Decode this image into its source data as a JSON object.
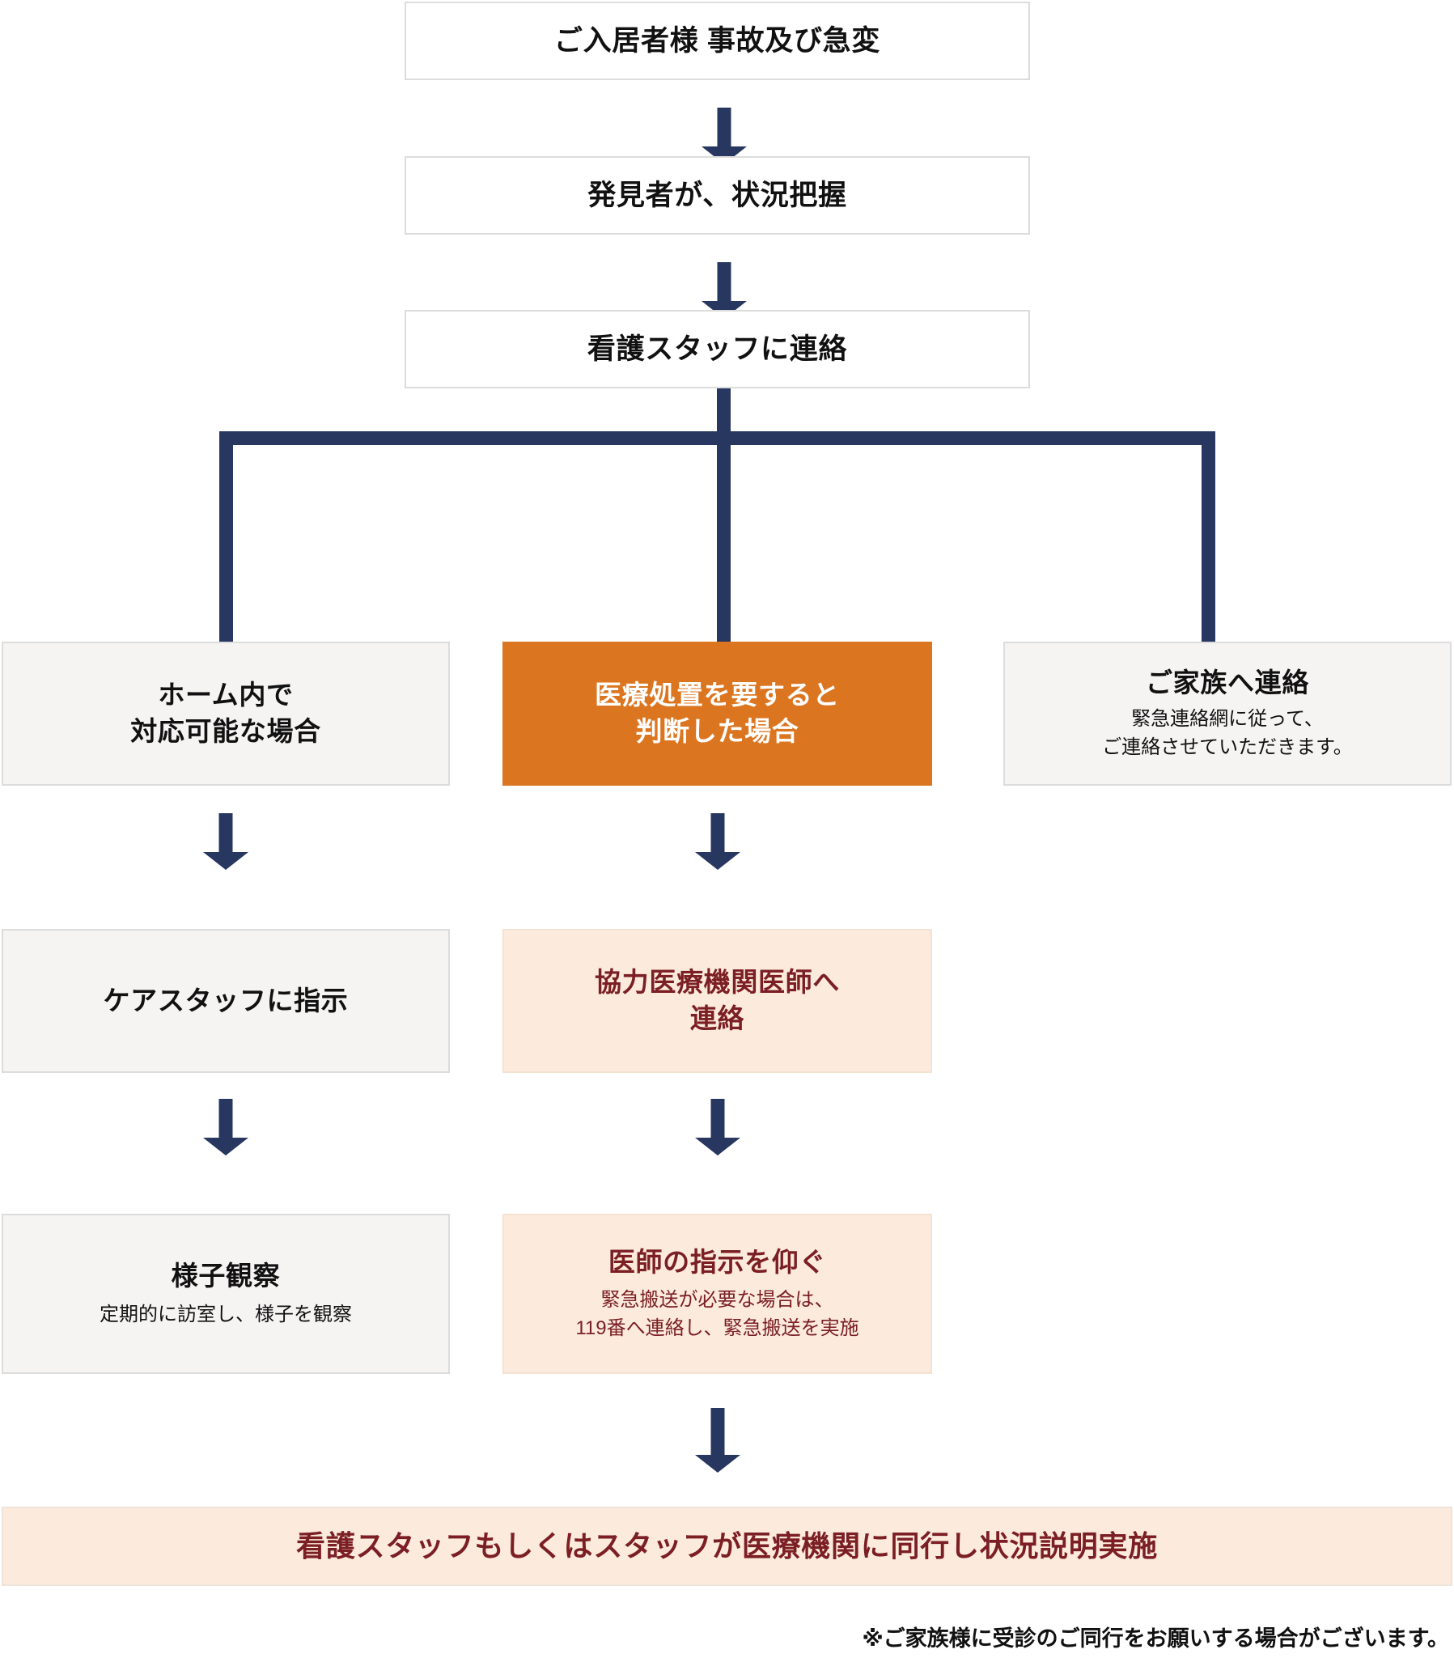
{
  "diagram": {
    "title_text": "ご入居者様 事故及び急変",
    "colors": {
      "connector": "#28375f",
      "orange": "#dc7520",
      "cream": "#fcebdc",
      "dark_red": "#7b1f24",
      "grey_box": "#f6f3f3",
      "box_border": "#dcdcdc",
      "text": "#111111"
    },
    "nodes": {
      "incident": {
        "title": "ご入居者様 事故及び急変",
        "sub": ""
      },
      "grasp": {
        "title": "発見者が、状況把握",
        "sub": ""
      },
      "contact_nurse": {
        "title": "看護スタッフに連絡",
        "sub": ""
      },
      "home_handle": {
        "title": "ホーム内で\n対応可能な場合",
        "sub": ""
      },
      "medical_needed": {
        "title": "医療処置を要すると\n判断した場合",
        "sub": ""
      },
      "contact_family": {
        "title": "ご家族へ連絡",
        "sub": "緊急連絡網に従って、\nご連絡させていただきます。"
      },
      "instruct_care_staff": {
        "title": "ケアスタッフに指示",
        "sub": ""
      },
      "contact_doctor": {
        "title": "協力医療機関医師へ\n連絡",
        "sub": ""
      },
      "observe": {
        "title": "様子観察",
        "sub": "定期的に訪室し、様子を観察"
      },
      "doctor_instruction": {
        "title": "医師の指示を仰ぐ",
        "sub": "緊急搬送が必要な場合は、\n119番へ連絡し、緊急搬送を実施"
      },
      "accompany_banner": {
        "title": "看護スタッフもしくはスタッフが医療機関に同行し状況説明実施",
        "sub": ""
      }
    },
    "footnote": "※ご家族様に受診のご同行をお願いする場合がございます。"
  }
}
